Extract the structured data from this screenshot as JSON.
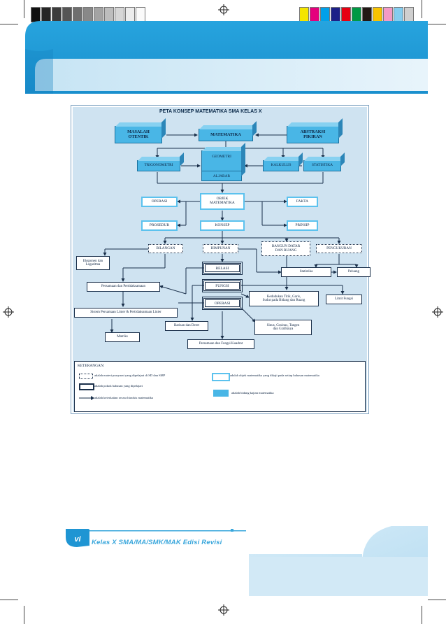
{
  "diagram": {
    "title": "PETA KONSEP MATEMATIKA SMA KELAS X",
    "nodes": {
      "masalah_otentik": "MASALAH\nOTENTIK",
      "matematika": "MATEMATIKA",
      "abstraksi_pikiran": "ABSTRAKSI\nPIKIRAN",
      "trigonometri": "TRIGONOMETRI",
      "geometri": "GEOMETRI",
      "aljabar": "ALJABAR",
      "kalkulus": "KALKULUS",
      "statistika": "STATISTIKA",
      "operasi_top": "OPERASI",
      "objek_matematika": "OBJEK\nMATEMATIKA",
      "fakta": "FAKTA",
      "prosedur": "PROSEDUR",
      "konsep": "KONSEP",
      "prinsip": "PRINSIP",
      "bilangan": "BILANGAN",
      "himpunan": "HIMPUNAN",
      "bangun_datar": "BANGUN DATAR\nDAN RUANG",
      "pengukuran": "PENGUKURAN",
      "eksponen": "Eksponen dan\nLogaritma",
      "relasi": "RELASI",
      "fungsi": "FUNGSI",
      "operasi": "OPERASI",
      "statistika_small": "Statistika",
      "peluang": "Peluang",
      "persamaan_pertidaksamaan": "Persamaan dan Pertidaksamaan",
      "kedudukan": "Kedudukan Titik, Garis,\nSudut pada Bidang dan Ruang",
      "limit_fungsi": "Limit Fungsi",
      "sistem_persamaan": "Sistem Persamaan Linier & Pertidaksamaan Linier",
      "sinus": "Sinus, Cosinus, Tangen\ndan Grafiknya",
      "barisan_deret": "Barisan dan Deret",
      "matriks": "Matriks",
      "persamaan_fungsi_kuadrat": "Persamaan dan Fungsi Kuadrat"
    },
    "legend": {
      "heading": "KETERANGAN:",
      "dotted": "adalah materi prasyarat yang dipelajari di SD dan SMP",
      "cyan": "adalah objek matematika yang dikaji pada setiap bahasan matematika",
      "thick": "adalah pokok bahasan yang dipelajari",
      "block": "adalah bidang kajian matematika",
      "arrow": "adalah keterkaitan secara hirarkis matematika"
    }
  },
  "footer": {
    "page_number": "vi",
    "book_title": "Kelas X SMA/MA/SMK/MAK Edisi Revisi"
  },
  "colors": {
    "accent": "#3aa7dc",
    "block": "#49b6e6",
    "dark": "#1a2f4a"
  }
}
